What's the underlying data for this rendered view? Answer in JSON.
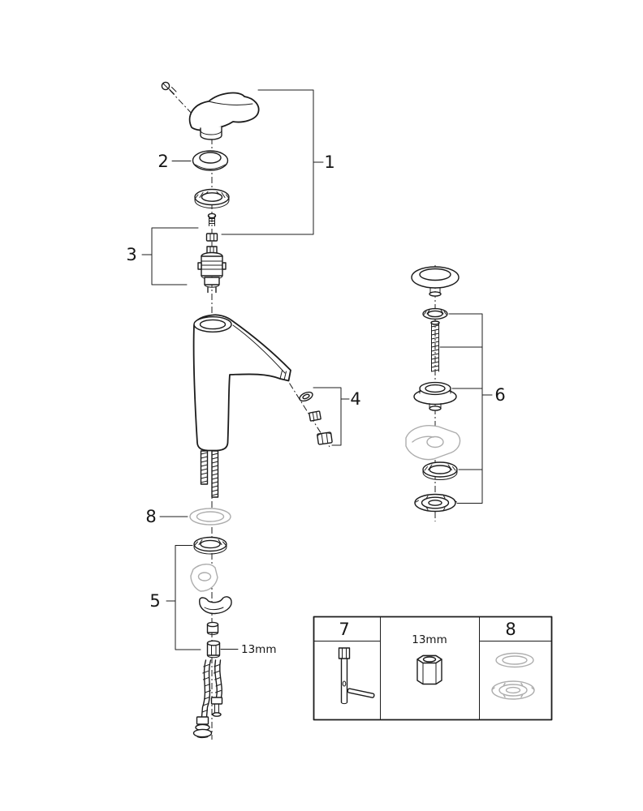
{
  "diagram": {
    "callouts": {
      "part1": "1",
      "part2": "2",
      "part3": "3",
      "part4": "4",
      "part5": "5",
      "part6": "6",
      "part8": "8"
    },
    "annotations": {
      "hex_nut_size": "13mm"
    },
    "legend": {
      "cells": [
        {
          "label": "7"
        },
        {
          "label": "13mm"
        },
        {
          "label": "8"
        }
      ]
    },
    "colors": {
      "line": "#1c1c1c",
      "ghost": "#adadad",
      "background": "#ffffff"
    }
  }
}
